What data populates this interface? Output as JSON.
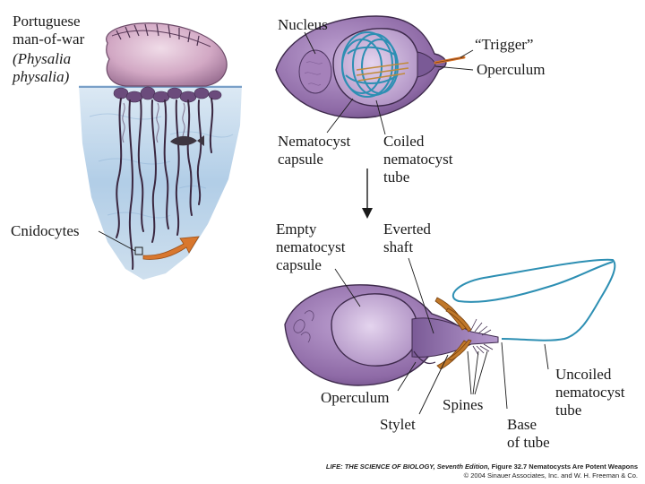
{
  "figure": {
    "organism": {
      "line1": "Portuguese",
      "line2": "man-of-war",
      "line3": "(Physalia",
      "line4": "physalia)"
    },
    "labels": {
      "nucleus": "Nucleus",
      "trigger": "“Trigger”",
      "operculum_top": "Operculum",
      "nematocyst_capsule_1": "Nematocyst",
      "nematocyst_capsule_2": "capsule",
      "coiled_1": "Coiled",
      "coiled_2": "nematocyst",
      "coiled_3": "tube",
      "cnidocytes": "Cnidocytes",
      "empty_1": "Empty",
      "empty_2": "nematocyst",
      "empty_3": "capsule",
      "everted_1": "Everted",
      "everted_2": "shaft",
      "uncoiled_1": "Uncoiled",
      "uncoiled_2": "nematocyst",
      "uncoiled_3": "tube",
      "operculum_bottom": "Operculum",
      "stylet": "Stylet",
      "spines": "Spines",
      "base_1": "Base",
      "base_2": "of tube"
    },
    "credit": {
      "book": "LIFE: THE SCIENCE OF BIOLOGY, Seventh Edition,",
      "figure": " Figure 32.7 Nematocysts Are Potent Weapons",
      "copyright": "© 2004 Sinauer Associates, Inc. and W. H. Freeman & Co."
    },
    "colors": {
      "water": "#a9c8e4",
      "float": "#d2a8c4",
      "cell_body": "#8e6aa6",
      "capsule": "#b593c6",
      "coil": "#2d8fb3",
      "orange": "#d8772e",
      "stylet": "#c0782a"
    }
  }
}
